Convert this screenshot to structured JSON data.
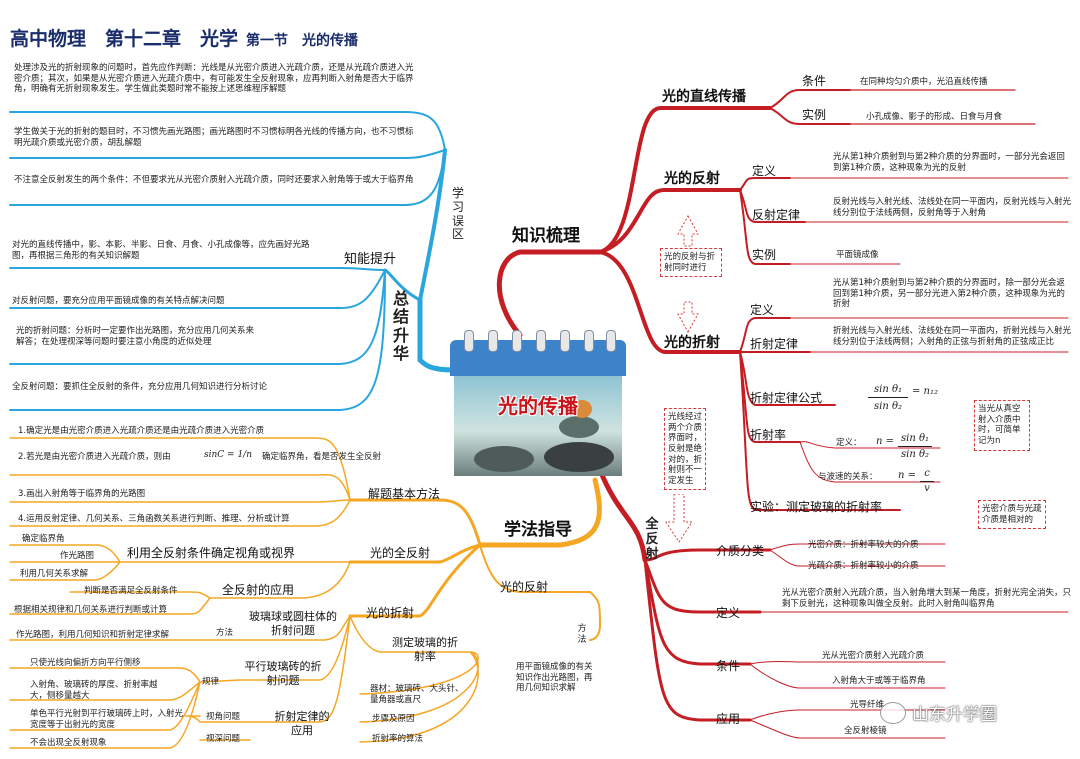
{
  "title": {
    "main": "高中物理　第十二章　光学",
    "section": "第一节　光的传播"
  },
  "center": {
    "label": "光的传播"
  },
  "branches": {
    "knowledge": "知识梳理",
    "summary": "总结升华",
    "method": "学法指导",
    "total_reflection": "全反射"
  },
  "knowledge": {
    "straight": {
      "label": "光的直线传播",
      "condition_label": "条件",
      "condition_text": "在同种均匀介质中，光沿直线传播",
      "example_label": "实例",
      "example_text": "小孔成像、影子的形成、日食与月食"
    },
    "reflection": {
      "label": "光的反射",
      "def_label": "定义",
      "def_text": "光从第1种介质射到与第2种介质的分界面时，一部分光会返回到第1种介质，这种现象为光的反射",
      "law_label": "反射定律",
      "law_text": "反射光线与入射光线、法线处在同一平面内，反射光线与入射光线分别位于法线两侧，反射角等于入射角",
      "example_label": "实例",
      "example_text": "平面镜成像"
    },
    "note_reflect_refract": "光的反射与折射同时进行",
    "refraction": {
      "label": "光的折射",
      "def_label": "定义",
      "def_text": "光从第1种介质射到与第2种介质的分界面时，除一部分光会返回到第1种介质，另一部分光进入第2种介质，这种现象为光的折射",
      "law_label": "折射定律",
      "law_text": "折射光线与入射光线、法线处在同一平面内，折射光线与入射光线分别位于法线两侧；入射角的正弦与折射角的正弦成正比",
      "formula_label": "折射定律公式",
      "formula_num": "sin θ₁",
      "formula_den": "sin θ₂",
      "formula_rhs": "= n₁₂",
      "vacuum_note": "当光从真空射入介质中时，可简单记为n",
      "index_label": "折射率",
      "index_def_label": "定义：",
      "index_def_lhs": "n =",
      "index_def_num": "sin θ₁",
      "index_def_den": "sin θ₂",
      "index_speed_label": "与波速的关系：",
      "index_speed_lhs": "n =",
      "index_speed_num": "c",
      "index_speed_den": "v",
      "experiment": "实验：测定玻璃的折射率"
    },
    "note_path": "光线经过两个介质界面时，反射是绝对的，折射则不一定发生"
  },
  "total": {
    "medium_label": "介质分类",
    "dense": "光密介质：折射率较大的介质",
    "sparse": "光疏介质：折射率较小的介质",
    "relative_note": "光密介质与光疏介质是相对的",
    "def_label": "定义",
    "def_text": "光从光密介质射入光疏介质，当入射角增大到某一角度，折射光完全消失，只剩下反射光，这种现象叫做全反射。此时入射角叫临界角",
    "cond_label": "条件",
    "cond_1": "光从光密介质射入光疏介质",
    "cond_2": "入射角大于或等于临界角",
    "app_label": "应用",
    "app_1": "光导纤维",
    "app_2": "全反射棱镜"
  },
  "summary": {
    "errors_label": "学习误区",
    "error_1": "处理涉及光的折射现象的问题时，首先应作判断：光线是从光密介质进入光疏介质，还是从光疏介质进入光密介质；其次，如果是从光密介质进入光疏介质中，有可能发生全反射现象，应再判断入射角是否大于临界角，明确有无折射现象发生。学生做此类题时常不能按上述思维程序解题",
    "error_2": "学生做关于光的折射的题目时，不习惯先画光路图；画光路图时不习惯标明各光线的传播方向，也不习惯标明光疏介质或光密介质，胡乱解题",
    "error_3": "不注意全反射发生的两个条件：不但要求光从光密介质射入光疏介质，同时还要求入射角等于或大于临界角",
    "ability_label": "知能提升",
    "ability_1": "对光的直线传播中，影、本影、半影、日食、月食、小孔成像等，应先画好光路图，再根据三角形的有关知识解题",
    "ability_2": "对反射问题，要充分应用平面镜成像的有关特点解决问题",
    "ability_3": "光的折射问题：分析时一定要作出光路图，充分应用几何关系来解答；在处理视深等问题时要注意小角度的近似处理",
    "ability_4": "全反射问题：要抓住全反射的条件，充分应用几何知识进行分析讨论"
  },
  "method": {
    "basic_label": "解题基本方法",
    "basic_1": "1.确定光是由光密介质进入光疏介质还是由光疏介质进入光密介质",
    "basic_2a": "2.若光是由光密介质进入光疏介质，则由",
    "basic_2_formula": "sinC = 1/n",
    "basic_2b": "确定临界角，看是否发生全反射",
    "basic_3": "3.画出入射角等于临界角的光路图",
    "basic_4": "4.运用反射定律、几何关系、三角函数关系进行判断、推理、分析或计算",
    "tr_label": "光的全反射",
    "tr_view_label": "利用全反射条件确定视角或视界",
    "tr_view_1": "确定临界角",
    "tr_view_2": "作光路图",
    "tr_view_3": "利用几何关系求解",
    "tr_app_label": "全反射的应用",
    "tr_app_1": "判断是否满足全反射条件",
    "tr_app_2": "根据相关规律和几何关系进行判断或计算",
    "refr_label": "光的折射",
    "ball_label": "玻璃球或圆柱体的折射问题",
    "ball_method_label": "方法",
    "ball_method": "作光路图，利用几何知识和折射定律求解",
    "brick_label": "平行玻璃砖的折射问题",
    "brick_rule_label": "规律",
    "brick_rule_1": "只使光线向偏折方向平行侧移",
    "brick_rule_2": "入射角、玻璃砖的厚度、折射率越大，侧移量越大",
    "brick_rule_3": "单色平行光射到平行玻璃砖上时，入射光宽度等于出射光的宽度",
    "brick_rule_4": "不会出现全反射现象",
    "apply_label": "折射定律的应用",
    "apply_1": "视角问题",
    "apply_2": "视深问题",
    "measure_label": "测定玻璃的折射率",
    "measure_1": "器材：玻璃砖、大头针、量角器或直尺",
    "measure_2": "步骤及原因",
    "measure_3": "折射率的算法",
    "refl_label": "光的反射",
    "refl_method_label": "方法",
    "refl_method": "用平面镜成像的有关知识作出光路图，再用几何知识求解"
  },
  "watermark": "山东升学圈",
  "colors": {
    "red": "#c41e24",
    "blue": "#2aa6df",
    "orange": "#f5a623",
    "title": "#1a2d6b"
  }
}
